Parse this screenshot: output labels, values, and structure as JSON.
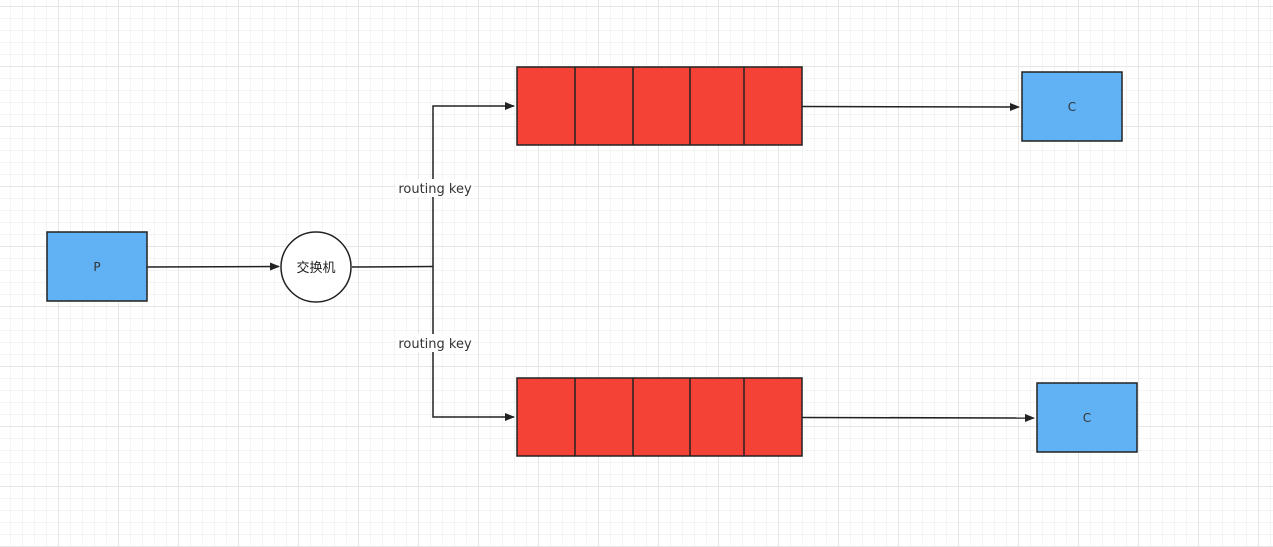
{
  "diagram": {
    "producer": {
      "label": "P"
    },
    "exchange": {
      "label": "交换机"
    },
    "routing_labels": [
      "routing key",
      "routing key"
    ],
    "queues": [
      {
        "slots": 5
      },
      {
        "slots": 5
      }
    ],
    "consumers": [
      {
        "label": "C"
      },
      {
        "label": "C"
      }
    ]
  },
  "colors": {
    "producer_fill": "#60b2f5",
    "consumer_fill": "#60b2f5",
    "queue_fill": "#f44336",
    "stroke": "#222222",
    "exchange_fill": "#ffffff"
  }
}
